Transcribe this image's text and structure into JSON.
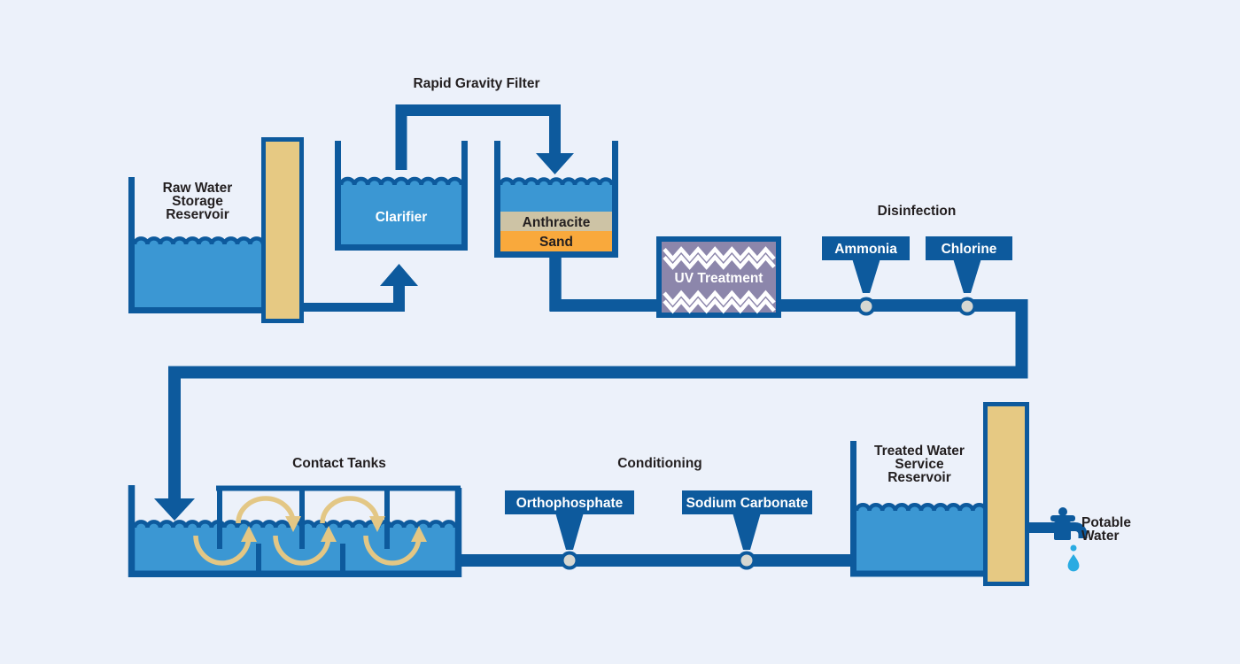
{
  "colors": {
    "bg": "#ecf1fa",
    "pipe": "#0d5a9d",
    "water": "#3b97d3",
    "tan": "#e6c983",
    "anthracite": "#cdc3a5",
    "sand": "#f9a93c",
    "uv": "#8c86ab",
    "injector": "#d6d7d1",
    "arrow_tan": "#e3c785",
    "drop": "#29abe2",
    "text_dark": "#231f20",
    "white": "#ffffff"
  },
  "labels": {
    "raw_reservoir": [
      "Raw Water",
      "Storage",
      "Reservoir"
    ],
    "clarifier": "Clarifier",
    "rapid_gravity_filter": "Rapid Gravity Filter",
    "anthracite": "Anthracite",
    "sand": "Sand",
    "uv_treatment": "UV Treatment",
    "disinfection": "Disinfection",
    "ammonia": "Ammonia",
    "chlorine": "Chlorine",
    "contact_tanks": "Contact Tanks",
    "conditioning": "Conditioning",
    "orthophosphate": "Orthophosphate",
    "sodium_carbonate": "Sodium Carbonate",
    "treated_reservoir": [
      "Treated Water",
      "Service",
      "Reservoir"
    ],
    "potable_water": [
      "Potable",
      "Water"
    ]
  }
}
